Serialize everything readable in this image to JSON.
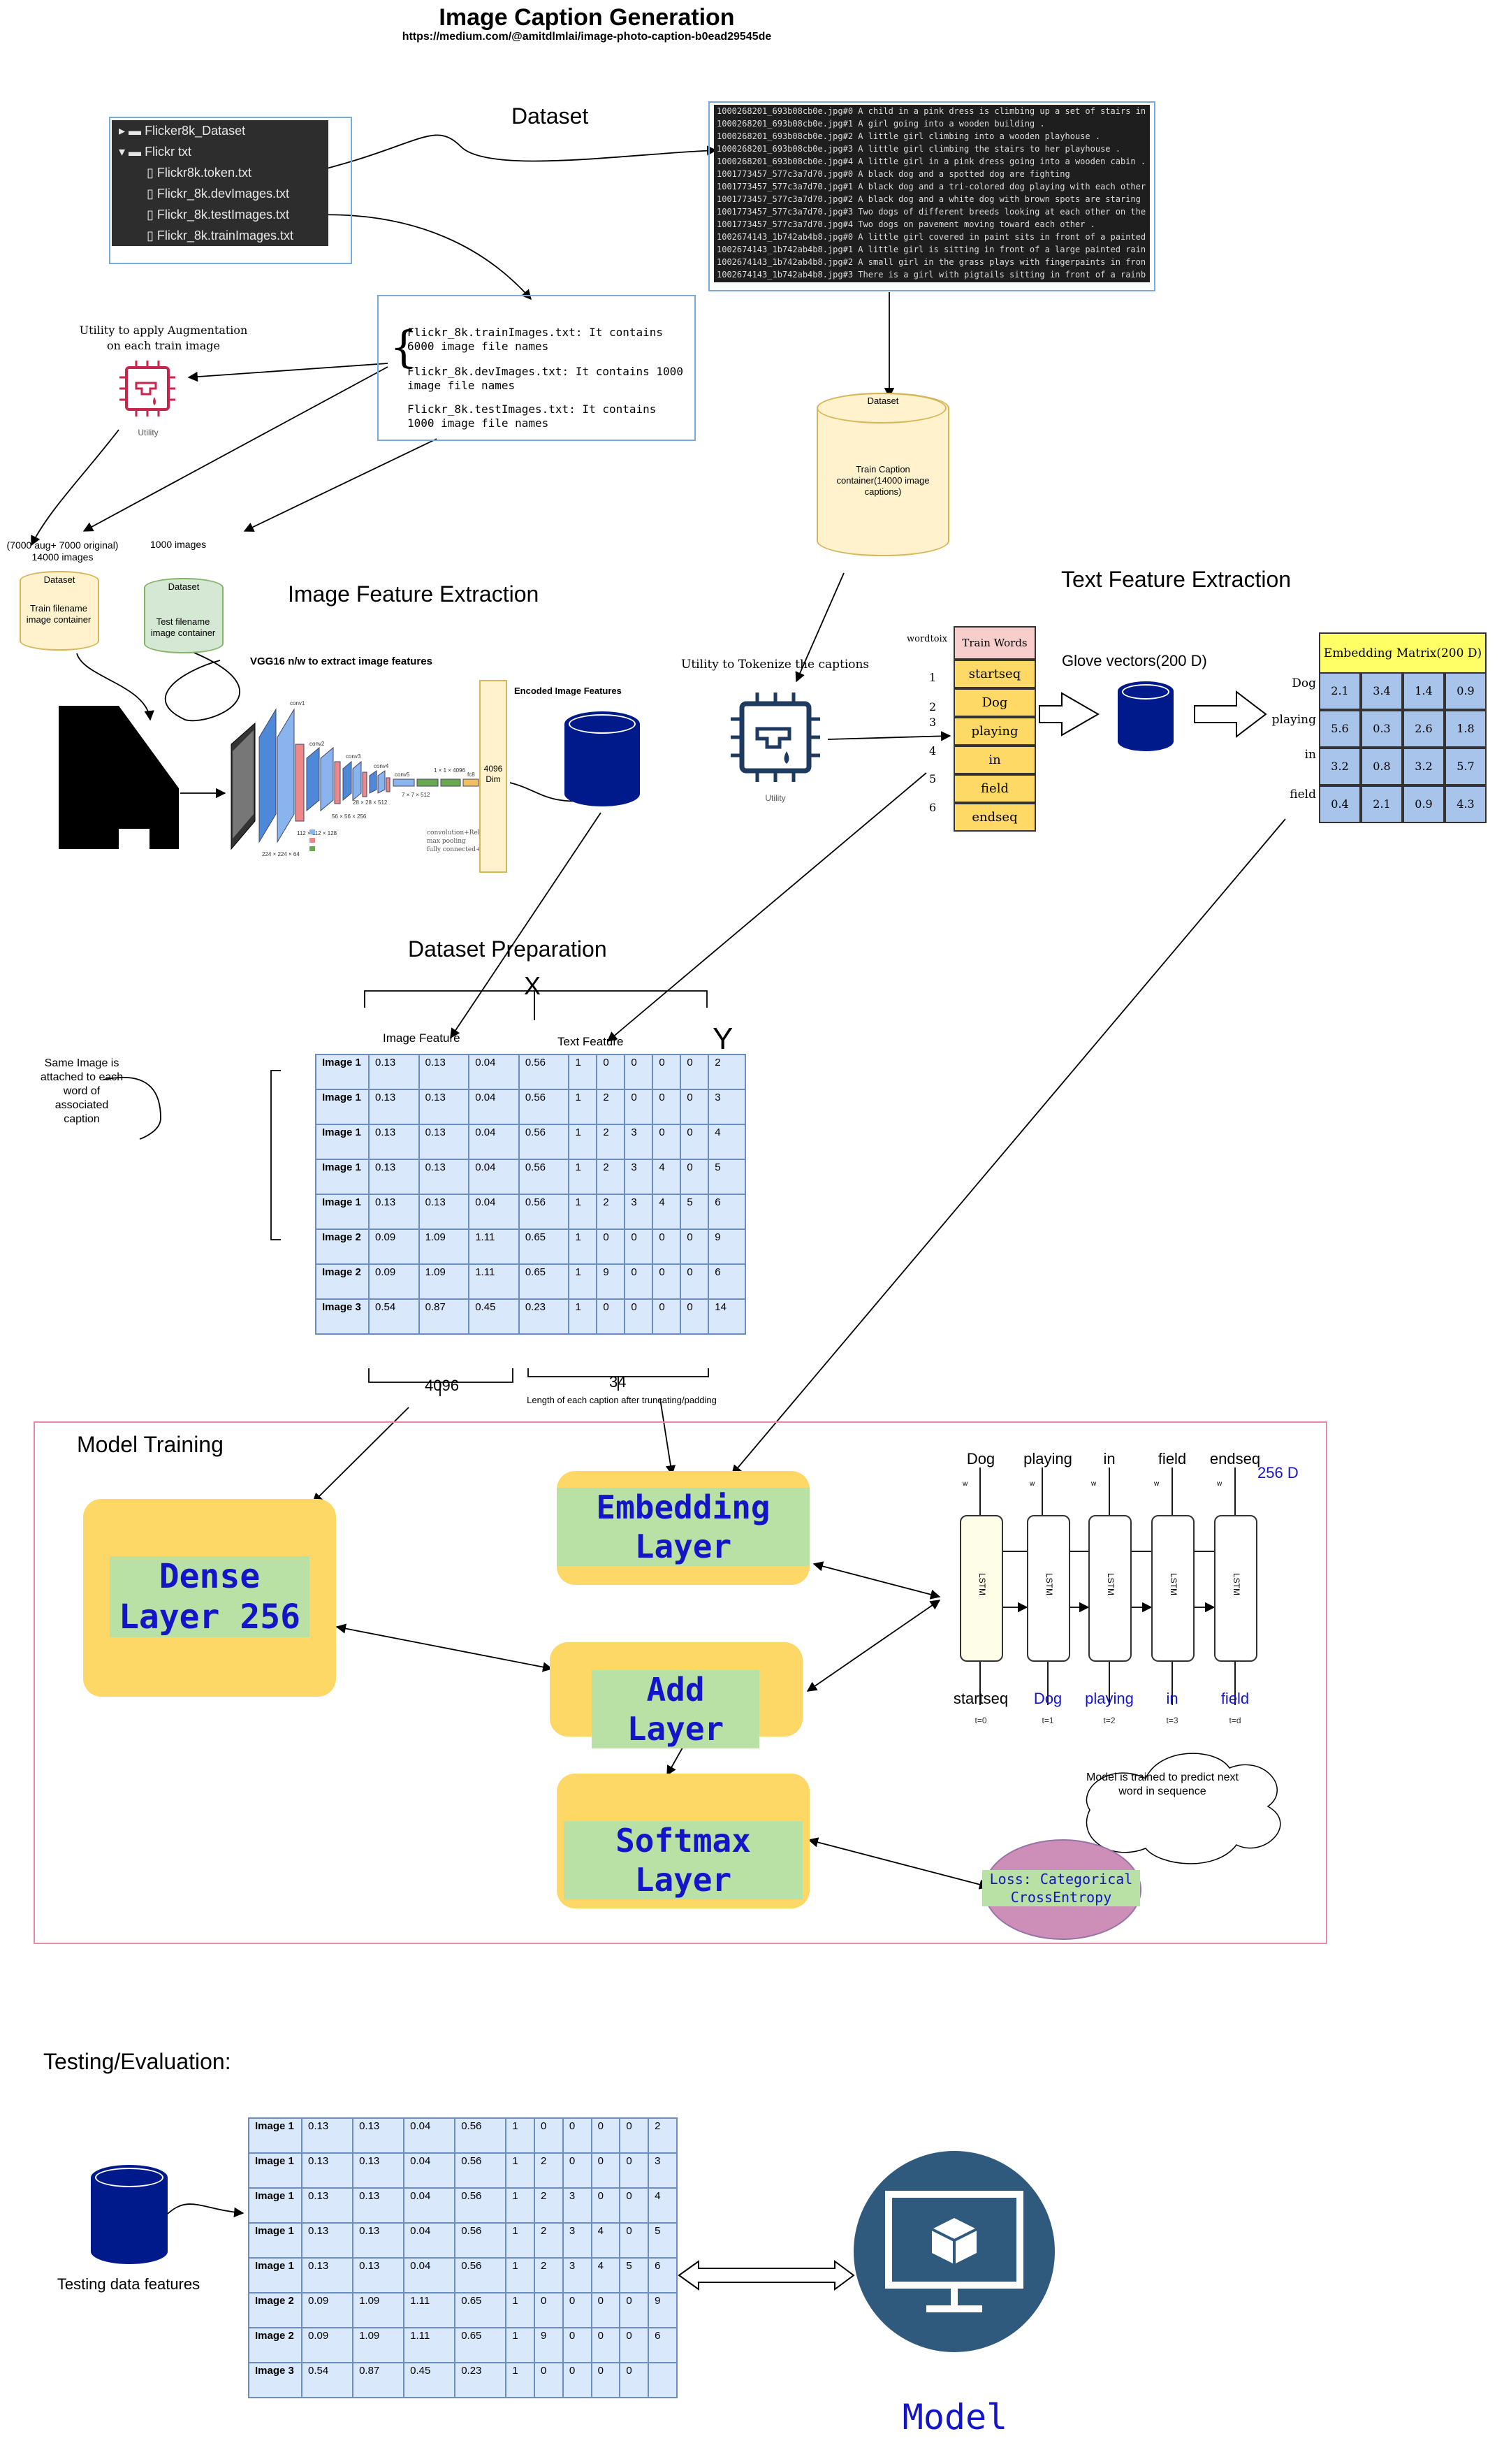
{
  "title": "Image Caption Generation",
  "subtitle": "https://medium.com/@amitdlmlai/image-photo-caption-b0ead29545de",
  "dataset": {
    "heading": "Dataset",
    "tree": [
      "Flicker8k_Dataset",
      "Flickr txt",
      "Flickr8k.token.txt",
      "Flickr_8k.devImages.txt",
      "Flickr_8k.testImages.txt",
      "Flickr_8k.trainImages.txt"
    ],
    "token_lines": [
      "1000268201_693b08cb0e.jpg#0 A child in a pink dress is climbing up a set of stairs in",
      "1000268201_693b08cb0e.jpg#1 A girl going into a wooden building .",
      "1000268201_693b08cb0e.jpg#2 A little girl climbing into a wooden playhouse .",
      "1000268201_693b08cb0e.jpg#3 A little girl climbing the stairs to her playhouse .",
      "1000268201_693b08cb0e.jpg#4 A little girl in a pink dress going into a wooden cabin .",
      "1001773457_577c3a7d70.jpg#0 A black dog and a spotted dog are fighting",
      "1001773457_577c3a7d70.jpg#1 A black dog and a tri-colored dog playing with each other",
      "1001773457_577c3a7d70.jpg#2 A black dog and a white dog with brown spots are staring",
      "1001773457_577c3a7d70.jpg#3 Two dogs of different breeds looking at each other on the",
      "1001773457_577c3a7d70.jpg#4 Two dogs on pavement moving toward each other .",
      "1002674143_1b742ab4b8.jpg#0 A little girl covered in paint sits in front of a painted",
      "1002674143_1b742ab4b8.jpg#1 A little girl is sitting in front of a large painted rain",
      "1002674143_1b742ab4b8.jpg#2 A small girl in the grass plays with fingerpaints in fron",
      "1002674143_1b742ab4b8.jpg#3 There is a girl with pigtails sitting in front of a rainb"
    ],
    "split_notes": [
      "Flickr_8k.trainImages.txt: It contains 6000 image file names",
      "Flickr_8k.devImages.txt: It contains 1000 image file names",
      "Flickr_8k.testImages.txt: It contains 1000 image file names"
    ],
    "augment_title": "Utility to apply Augmentation on each train image",
    "utility_label": "Utility",
    "aug_count": "(7000 aug+ 7000 original) 14000 images",
    "test_count": "1000 images",
    "train_caption_tag": "Dataset",
    "train_caption_text": "Train Caption container(14000 image captions)",
    "train_file_tag": "Dataset",
    "train_file_text": "Train filename image container",
    "test_file_tag": "Dataset",
    "test_file_text": "Test filename image container"
  },
  "image_features": {
    "heading": "Image Feature Extraction",
    "vgg_label": "VGG16 n/w to extract image features",
    "dim_label": "4096 Dim",
    "encoded_label": "Encoded Image Features",
    "legend": [
      "convolution+ReLU",
      "max pooling",
      "fully connected+ReLU"
    ]
  },
  "text_features": {
    "heading": "Text Feature Extraction",
    "tokenize_label": "Utility to Tokenize the captions",
    "utility_label": "Utility",
    "wordtoix": "wordtoix",
    "train_words_header": "Train Words",
    "words": [
      {
        "index": "1",
        "word": "startseq"
      },
      {
        "index": "2",
        "word": "Dog"
      },
      {
        "index": "3",
        "word": "playing"
      },
      {
        "index": "4",
        "word": "in"
      },
      {
        "index": "5",
        "word": "field"
      },
      {
        "index": "6",
        "word": "endseq"
      }
    ],
    "glove_label": "Glove vectors(200 D)",
    "embedding_title": "Embedding Matrix(200 D)",
    "embedding_rows": [
      {
        "word": "Dog",
        "values": [
          "2.1",
          "3.4",
          "1.4",
          "0.9"
        ]
      },
      {
        "word": "playing",
        "values": [
          "5.6",
          "0.3",
          "2.6",
          "1.8"
        ]
      },
      {
        "word": "in",
        "values": [
          "3.2",
          "0.8",
          "3.2",
          "5.7"
        ]
      },
      {
        "word": "field",
        "values": [
          "0.4",
          "2.1",
          "0.9",
          "4.3"
        ]
      }
    ]
  },
  "preparation": {
    "heading": "Dataset Preparation",
    "x_label": "X",
    "y_label": "Y",
    "image_feature_label": "Image Feature",
    "text_feature_label": "Text Feature",
    "note": "Same Image is attached to each word of associated caption",
    "dim_4096": "4096",
    "dim_34": "34",
    "caption_len_note": "Length of each caption after truncating/padding"
  },
  "table_rows": [
    [
      "Image 1",
      "0.13",
      "0.13",
      "0.04",
      "0.56",
      "1",
      "0",
      "0",
      "0",
      "0",
      "2"
    ],
    [
      "Image 1",
      "0.13",
      "0.13",
      "0.04",
      "0.56",
      "1",
      "2",
      "0",
      "0",
      "0",
      "3"
    ],
    [
      "Image 1",
      "0.13",
      "0.13",
      "0.04",
      "0.56",
      "1",
      "2",
      "3",
      "0",
      "0",
      "4"
    ],
    [
      "Image 1",
      "0.13",
      "0.13",
      "0.04",
      "0.56",
      "1",
      "2",
      "3",
      "4",
      "0",
      "5"
    ],
    [
      "Image 1",
      "0.13",
      "0.13",
      "0.04",
      "0.56",
      "1",
      "2",
      "3",
      "4",
      "5",
      "6"
    ],
    [
      "Image 2",
      "0.09",
      "1.09",
      "1.11",
      "0.65",
      "1",
      "0",
      "0",
      "0",
      "0",
      "9"
    ],
    [
      "Image 2",
      "0.09",
      "1.09",
      "1.11",
      "0.65",
      "1",
      "9",
      "0",
      "0",
      "0",
      "6"
    ],
    [
      "Image 3",
      "0.54",
      "0.87",
      "0.45",
      "0.23",
      "1",
      "0",
      "0",
      "0",
      "0",
      "14"
    ]
  ],
  "test_table_rows": [
    [
      "Image 1",
      "0.13",
      "0.13",
      "0.04",
      "0.56",
      "1",
      "0",
      "0",
      "0",
      "0",
      "2"
    ],
    [
      "Image 1",
      "0.13",
      "0.13",
      "0.04",
      "0.56",
      "1",
      "2",
      "0",
      "0",
      "0",
      "3"
    ],
    [
      "Image 1",
      "0.13",
      "0.13",
      "0.04",
      "0.56",
      "1",
      "2",
      "3",
      "0",
      "0",
      "4"
    ],
    [
      "Image 1",
      "0.13",
      "0.13",
      "0.04",
      "0.56",
      "1",
      "2",
      "3",
      "4",
      "0",
      "5"
    ],
    [
      "Image 1",
      "0.13",
      "0.13",
      "0.04",
      "0.56",
      "1",
      "2",
      "3",
      "4",
      "5",
      "6"
    ],
    [
      "Image 2",
      "0.09",
      "1.09",
      "1.11",
      "0.65",
      "1",
      "0",
      "0",
      "0",
      "0",
      "9"
    ],
    [
      "Image 2",
      "0.09",
      "1.09",
      "1.11",
      "0.65",
      "1",
      "9",
      "0",
      "0",
      "0",
      "6"
    ],
    [
      "Image 3",
      "0.54",
      "0.87",
      "0.45",
      "0.23",
      "1",
      "0",
      "0",
      "0",
      "0",
      ""
    ]
  ],
  "training": {
    "heading": "Model Training",
    "dense": "Dense Layer 256",
    "embedding": "Embedding Layer",
    "add": "Add Layer",
    "softmax": "Softmax Layer",
    "loss": "Loss: Categorical CrossEntropy",
    "lstm_top": [
      "Dog",
      "playing",
      "in",
      "field",
      "endseq"
    ],
    "lstm_bottom": [
      "startseq",
      "Dog",
      "playing",
      "in",
      "field"
    ],
    "lstm_steps": [
      "t=0",
      "t=1",
      "t=2",
      "t=3",
      "t=d"
    ],
    "lstm_label": "LSTM",
    "w_label": "w",
    "dim_256": "256 D",
    "note": "Model is trained to predict next word in sequence"
  },
  "testing": {
    "heading": "Testing/Evaluation:",
    "features_label": "Testing data features",
    "model_label": "Model"
  },
  "colors": {
    "yellow": "#fdd866",
    "green": "#b9e0a5",
    "blue_cyl": "#001a8c",
    "table_fill": "#dae8fc",
    "model_circle": "#2f5a7e",
    "loss_fill": "#cd8fb7",
    "train_words_header": "#f8cecc",
    "cylinder_yellow": "#fff2cc",
    "cylinder_green": "#d5e8d4"
  }
}
